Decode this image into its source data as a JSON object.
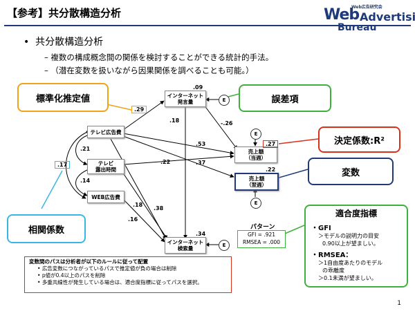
{
  "header": {
    "title": "【参考】共分散構造分析",
    "logo": {
      "tag": "Web広告研究会",
      "w": "Web",
      "a": "Advertising",
      "b": "Bureau"
    }
  },
  "intro": {
    "bullet": "共分散構造分析",
    "line1": "– 複数の構成概念間の関係を検討することができる統計的手法。",
    "line2": "– （潜在変数を扱いながら因果関係を調べることも可能。）"
  },
  "callouts": {
    "standardized": "標準化推定値",
    "error": "誤差項",
    "determination": "決定係数:R²",
    "variable": "変数",
    "correlation": "相関係数",
    "fit": "適合度指標"
  },
  "nodes": {
    "tv_ad": "テレビ広告費",
    "tv_time": "テレビ\n露出時間",
    "web_ad": "WEB広告費",
    "net_talk": "インターネット\n発言量",
    "sales_now": "売上額\n（当週）",
    "sales_next": "売上額\n（翌週）",
    "net_search": "インターネット\n検索量",
    "error": "E"
  },
  "coefficients": {
    "tv_to_talk": ".29",
    "talk_r2": ".09",
    "talk_to_sales": "-.26",
    "sales_now_r2": ".27",
    "sales_next_r2": ".22",
    "search_r2": ".34",
    "corr_tv_time": ".21",
    "corr_tv_web": ".17",
    "corr_time_web": ".14",
    "talk_to_search": ".18",
    "tv_to_sales_now": ".53",
    "time_to_sales_now": ".22",
    "tv_to_sales_next": ".37",
    "time_to_search": ".18",
    "tv_to_search": ".38",
    "web_to_search": ".16"
  },
  "pattern": {
    "label": "パターン",
    "gfi": "GFI = .921",
    "rmsea": "RMSEA = .000"
  },
  "fit_info": {
    "gfi_head": "・GFI",
    "gfi_1": "＞モデルの説明力の目安",
    "gfi_2": "0.90以上が望ましい。",
    "rmsea_head": "・RMSEA：",
    "rmsea_1": "＞1自由度あたりのモデル",
    "rmsea_2": "の乖離度",
    "rmsea_3": "＞0.1未満が望ましい。"
  },
  "notes": {
    "head": "変数間のパスは分析者が以下のルールに従って配置",
    "items": [
      "広告変数につながっているパスで推定値が負の場合は削除",
      "p値が0.4以上のパスを削除",
      "多重共線性が発生している場合は、適合度指標に従ってパスを選択。"
    ]
  },
  "page_number": "1",
  "colors": {
    "orange": "#f0a21a",
    "green": "#3db03d",
    "red": "#d9301a",
    "blue": "#1e3a7a",
    "cyan": "#3ab6e6"
  }
}
